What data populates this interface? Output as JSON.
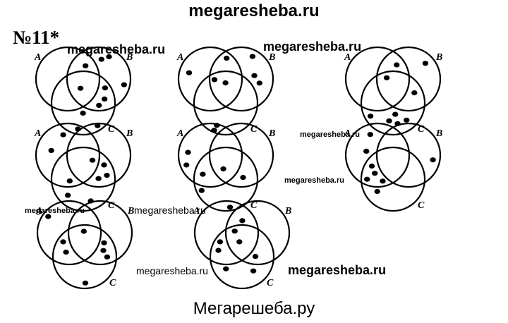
{
  "header": {
    "site": "megaresheba.ru"
  },
  "task": {
    "number": "№11*"
  },
  "watermarks": [
    "megaresheba.ru",
    "megaresheba.ru",
    "megaresheba.ru",
    "megaresheba.ru",
    "megaresheba.ru",
    "megaresheba.ru",
    "megaresheba.ru",
    "megaresheba.ru"
  ],
  "footer": {
    "site": "Мегарешеба.ру"
  },
  "venn": {
    "circle_labels": [
      "A",
      "B",
      "C"
    ],
    "diagrams": [
      {
        "row": 1,
        "col": 1,
        "dots": {
          "A_only": 0,
          "B_only": 3,
          "C_only": 3,
          "AB_only": 1,
          "AC_only": 0,
          "BC_only": 3,
          "ABC": 1
        }
      },
      {
        "row": 1,
        "col": 2,
        "dots": {
          "A_only": 1,
          "B_only": 3,
          "C_only": 1,
          "AB_only": 1,
          "AC_only": 0,
          "BC_only": 0,
          "ABC": 2
        }
      },
      {
        "row": 1,
        "col": 3,
        "dots": {
          "A_only": 0,
          "B_only": 1,
          "C_only": 5,
          "AB_only": 1,
          "AC_only": 0,
          "BC_only": 1,
          "ABC": 1
        }
      },
      {
        "row": 2,
        "col": 1,
        "dots": {
          "A_only": 2,
          "B_only": 0,
          "C_only": 2,
          "AB_only": 0,
          "AC_only": 1,
          "BC_only": 3,
          "ABC": 1
        }
      },
      {
        "row": 2,
        "col": 2,
        "dots": {
          "A_only": 3,
          "B_only": 0,
          "C_only": 1,
          "AB_only": 0,
          "AC_only": 1,
          "BC_only": 1,
          "ABC": 1
        }
      },
      {
        "row": 2,
        "col": 3,
        "dots": {
          "A_only": 2,
          "B_only": 1,
          "C_only": 1,
          "AB_only": 0,
          "AC_only": 4,
          "BC_only": 0,
          "ABC": 0
        }
      },
      {
        "row": 3,
        "col": 1,
        "dots": {
          "A_only": 1,
          "B_only": 0,
          "C_only": 1,
          "AB_only": 0,
          "AC_only": 2,
          "BC_only": 3,
          "ABC": 1
        }
      },
      {
        "row": 3,
        "col": 2,
        "dots": {
          "A_only": 1,
          "B_only": 0,
          "C_only": 2,
          "AB_only": 1,
          "AC_only": 2,
          "BC_only": 1,
          "ABC": 2
        }
      }
    ]
  }
}
